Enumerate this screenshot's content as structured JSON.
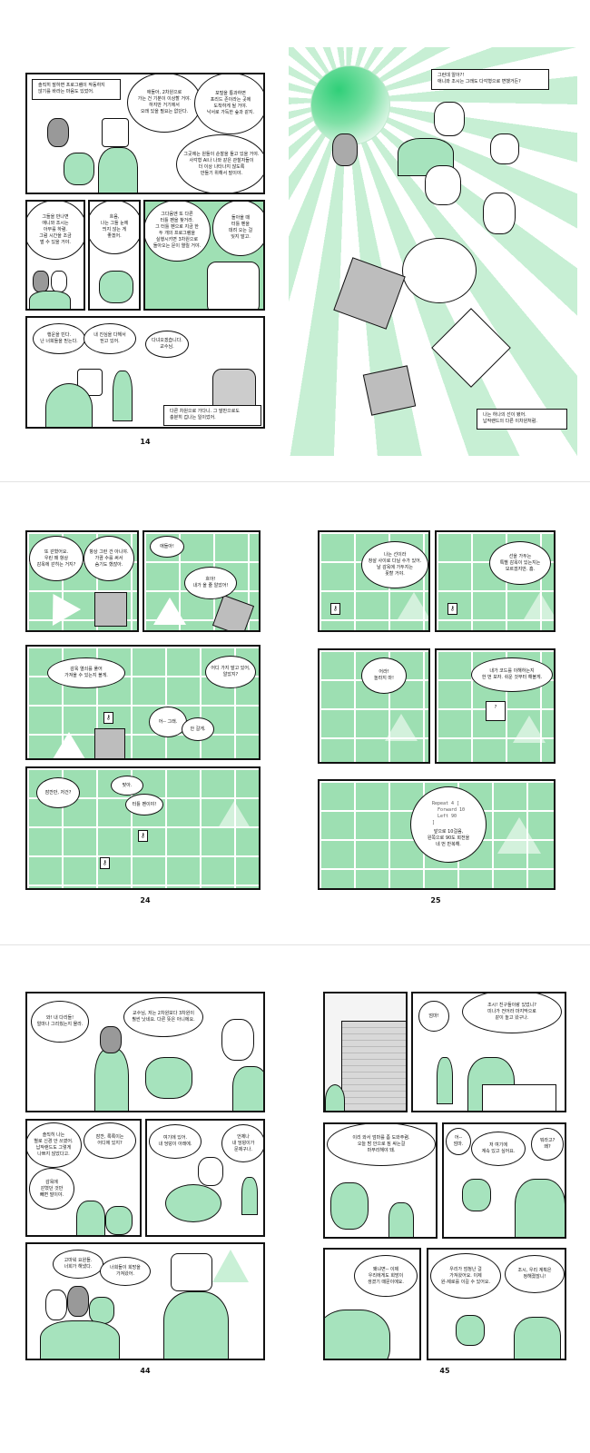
{
  "page14": {
    "page_number": "14",
    "caption_top": "솔직히 말하면 프로그램이 작동하지\n않기를 바라는 마음도 있었어.",
    "bubbles": [
      "애들아, 2차원으로\n가는 건 기분이 이상할 거야.\n하지만 거기에서\n오래 있을 필요는 없단다.",
      "포털을 통과하면\n포리드 존이라는 곳에\n도착하게 될 거야.\n낙서로 가득한 숲과 같지.",
      "그곳에는 원들이 순찰을 돌고 있을 거야.\n사각형 AI나 나와 같은 관찰자들이\n더 이상 나타나지 않도록\n만들기 위해서 말이야.",
      "그들을 만나면\n애니와 조시는\n아부를 하렴.\n그럼 시간을 조금\n벌 수 있을 거야.",
      "흐음,\n나는 그들 눈에\n띄지 않는 게\n좋겠어.",
      "그다음엔 또 다른\n터틀 펜을 찾거라.\n그 터틀 펜으로 지금 한\n두 개의 프로그램을\n실행시키면 3차원으로\n돌아오는 문이 열릴 거야.",
      "돌아올 때\n터틀 펜을\n데려 오는 걸\n잊지 말고.",
      "행운을 빈다.\n난 너희들을 믿는다.",
      "내 진심을 다해서\n믿고 있어.",
      "다녀오겠습니다.\n교수님."
    ],
    "caption_bottom": "다른 차원으로 가다니. 그 말만으로도\n충분히 겁나는 일이었어."
  },
  "page15": {
    "caption_top": "그런데 알아?!\n애니와 조시는 그래도 다각형으로 변했거든?",
    "caption_bottom": "나는 하나의 선이 됐어.\n납작랜드의 다른 이차원처럼."
  },
  "page24": {
    "page_number": "24",
    "bubbles": [
      "또 갇혔어요.\n우린 왜 항상\n감옥에 갇히는 거지?",
      "항상 그런 건 아니야.\n가끔 수를 써서\n숨기도 했잖아.",
      "애들아!",
      "흐아!\n내가 올 줄 알았어!",
      "감옥 열쇠를 풀어\n가져올 수 있는지 볼게.",
      "어디 가지 말고 있어,\n알았지?",
      "어-- 그래.",
      "안 갈게.",
      "잠깐만, 저건?",
      "맞아.",
      "터틀 펜이야!"
    ]
  },
  "page25": {
    "page_number": "25",
    "bubbles": [
      "나는 선이라\n창살 사이로 다닐 수가 있어.\n날 감옥에 가두지는\n못할 거야.",
      "선을 가두는\n특별 감옥이 있는지는\n모르겠지만. 흠.",
      "어라!\n놀라지 마!",
      "내가 코드를 이해하는지\n한 번 보자. 쉬운 것부터 해볼게.",
      "?"
    ],
    "code": "Repeat 4 [\n  Forward 10\n  Left 90\n]",
    "code_explain": "앞으로 10걸음,\n왼쪽으로 90도 회전을\n네 번 반복해."
  },
  "page44": {
    "page_number": "44",
    "bubbles": [
      "와! 내 다리들!\n얼마나 그리웠는지 몰라.",
      "교수님, 저는 2차원보다 3차원이\n훨씬 낫네요. 다른 뜻은 아니에요.",
      "솔직히 나는\n별로 신경 안 쓰였어.\n납작랜드도 그렇게\n나쁘지 않았다고.",
      "감옥에\n갇혔던 것만\n빼면 말이야.",
      "잠깐, 록록이는\n어디에 있지?",
      "여기에 있어.\n내 엉덩이 아래에.",
      "언제나\n내 엉덩이가\n문제구나.",
      "고마워 요원들.\n너희가 해냈다.",
      "너희들이 희망을\n가져왔어."
    ]
  },
  "page45": {
    "page_number": "45",
    "bubbles": [
      "엄마!",
      "조시! 친구들이랑 있었니?\n미나가 전어라 마지막으로\n같이 놀고 왔구나.",
      "이리 와서 엄마를 좀 도와주렴.\n오늘 밤 안으로 짐 싸는걸\n마무리해야 돼.",
      "어--\n엄마.",
      "저 여기에\n계속 있고 싶어요.",
      "뭐라고?\n왜?",
      "왜냐면-- 이제\n우리에게도 희망이\n생겼기 때문이에요.",
      "우리가 엄청난 걸\n가져왔어요. 이제\n원-제로를 이길 수 있어요.",
      "조시, 우리 계획은\n정해졌잖니!"
    ]
  },
  "colors": {
    "accent_green": "#9fe0b4",
    "ink": "#111111"
  }
}
